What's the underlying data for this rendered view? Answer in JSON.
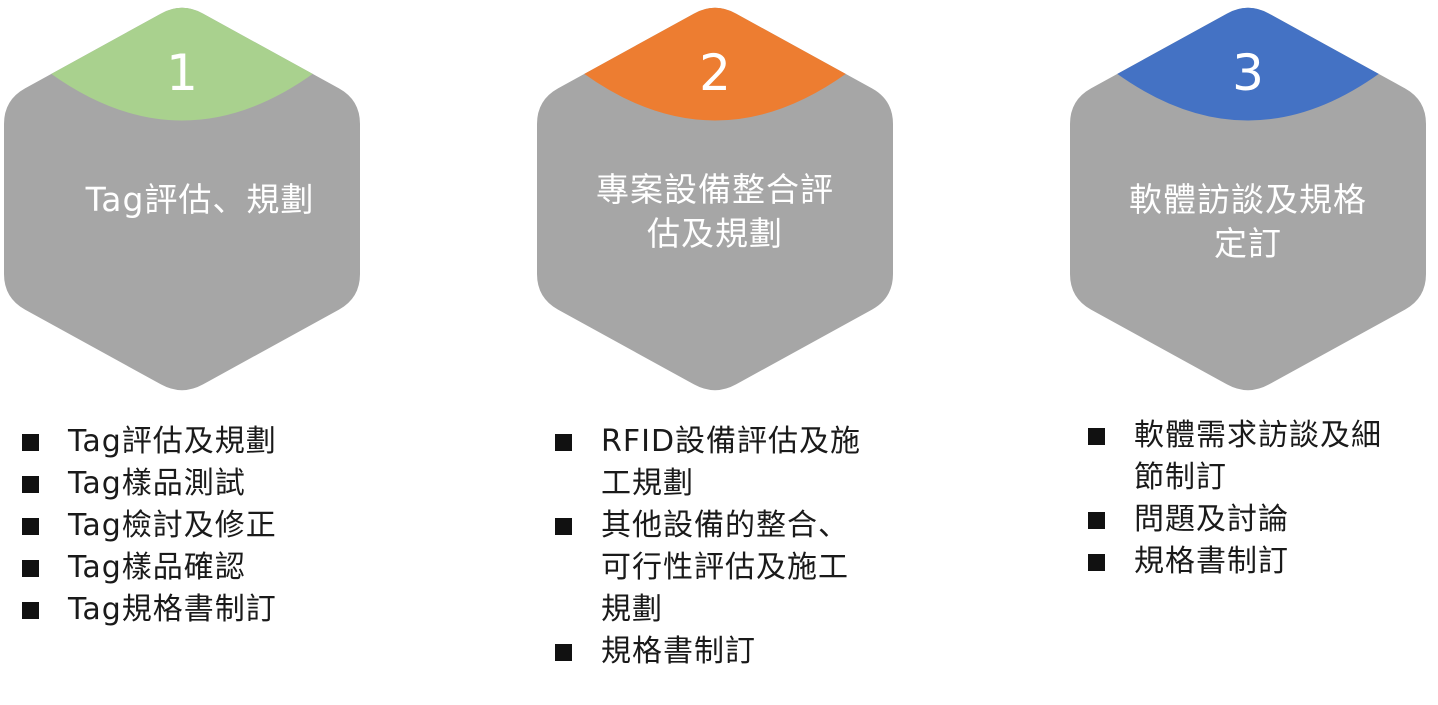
{
  "steps": [
    {
      "number": "1",
      "accent": "#a9d18e",
      "title_lines": [
        "Tag評估、規劃"
      ],
      "bullets": [
        [
          "Tag評估及規劃"
        ],
        [
          "Tag樣品測試"
        ],
        [
          "Tag檢討及修正"
        ],
        [
          "Tag樣品確認"
        ],
        [
          "Tag規格書制訂"
        ]
      ]
    },
    {
      "number": "2",
      "accent": "#ed7d31",
      "title_lines": [
        "專案設備整合評",
        "估及規劃"
      ],
      "bullets": [
        [
          "RFID設備評估及施",
          "工規劃"
        ],
        [
          "其他設備的整合、",
          "可行性評估及施工",
          "規劃"
        ],
        [
          "規格書制訂"
        ]
      ]
    },
    {
      "number": "3",
      "accent": "#4472c4",
      "title_lines": [
        "軟體訪談及規格",
        "定訂"
      ],
      "bullets": [
        [
          "軟體需求訪談及細",
          "節制訂"
        ],
        [
          "問題及討論"
        ],
        [
          "規格書制訂"
        ]
      ]
    }
  ],
  "hex_color": "#a6a6a6"
}
